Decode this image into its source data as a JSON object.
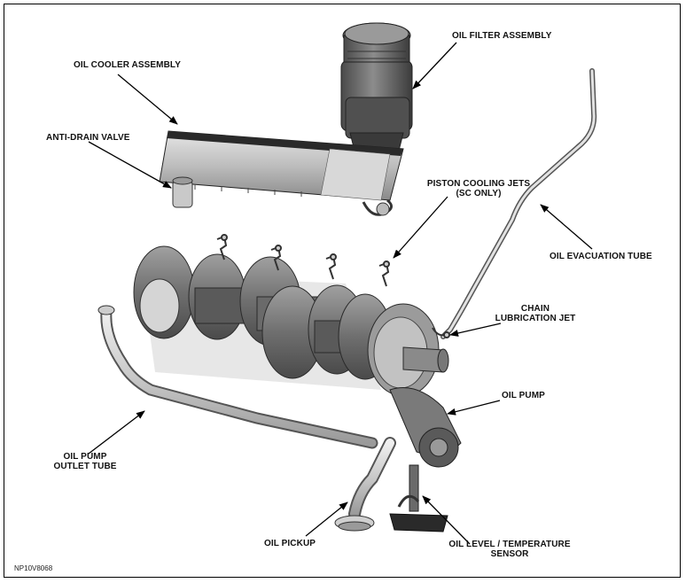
{
  "labels": {
    "oil_filter_assembly": "OIL FILTER ASSEMBLY",
    "oil_cooler_assembly": "OIL COOLER ASSEMBLY",
    "anti_drain_valve": "ANTI-DRAIN VALVE",
    "piston_cooling_jets_line1": "PISTON COOLING JETS",
    "piston_cooling_jets_line2": "(SC ONLY)",
    "oil_evacuation_tube": "OIL EVACUATION TUBE",
    "chain_lubrication_jet_line1": "CHAIN",
    "chain_lubrication_jet_line2": "LUBRICATION JET",
    "oil_pump": "OIL PUMP",
    "oil_pump_outlet_tube_line1": "OIL PUMP",
    "oil_pump_outlet_tube_line2": "OUTLET TUBE",
    "oil_pickup": "OIL PICKUP",
    "oil_level_sensor_line1": "OIL LEVEL / TEMPERATURE",
    "oil_level_sensor_line2": "SENSOR"
  },
  "figure_ref": "NP10V8068"
}
